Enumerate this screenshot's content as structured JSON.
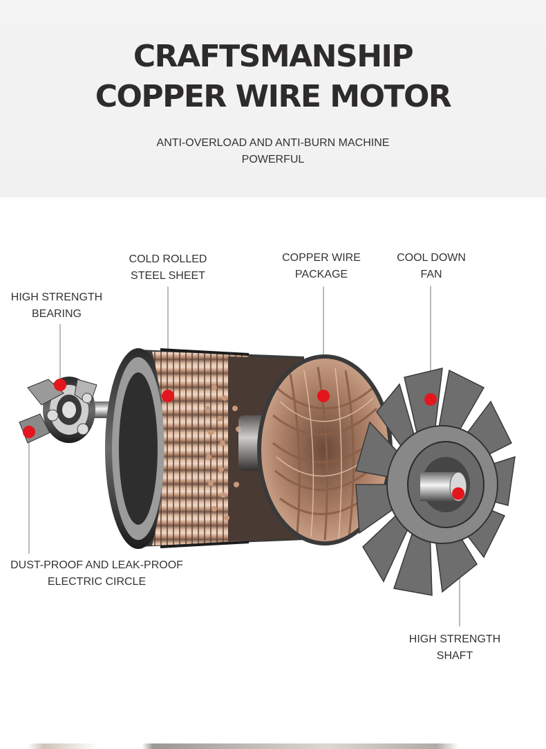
{
  "header": {
    "title_line1": "CRAFTSMANSHIP",
    "title_line2": "COPPER WIRE MOTOR",
    "subtitle_line1": "ANTI-OVERLOAD AND ANTI-BURN MACHINE",
    "subtitle_line2": "POWERFUL"
  },
  "labels": {
    "cold_rolled": [
      "COLD ROLLED",
      "STEEL SHEET"
    ],
    "copper_wire": [
      "COPPER WIRE",
      "PACKAGE"
    ],
    "cool_down": [
      "COOL DOWN",
      "FAN"
    ],
    "bearing": [
      "HIGH STRENGTH",
      "BEARING"
    ],
    "dust_proof": [
      "DUST-PROOF AND LEAK-PROOF",
      "ELECTRIC CIRCLE"
    ],
    "shaft": [
      "HIGH STRENGTH",
      "SHAFT"
    ]
  },
  "colors": {
    "marker": "#e3161d",
    "title": "#2e2b2b",
    "copper": "#c89a7c",
    "fan": "#6e6e6e"
  }
}
